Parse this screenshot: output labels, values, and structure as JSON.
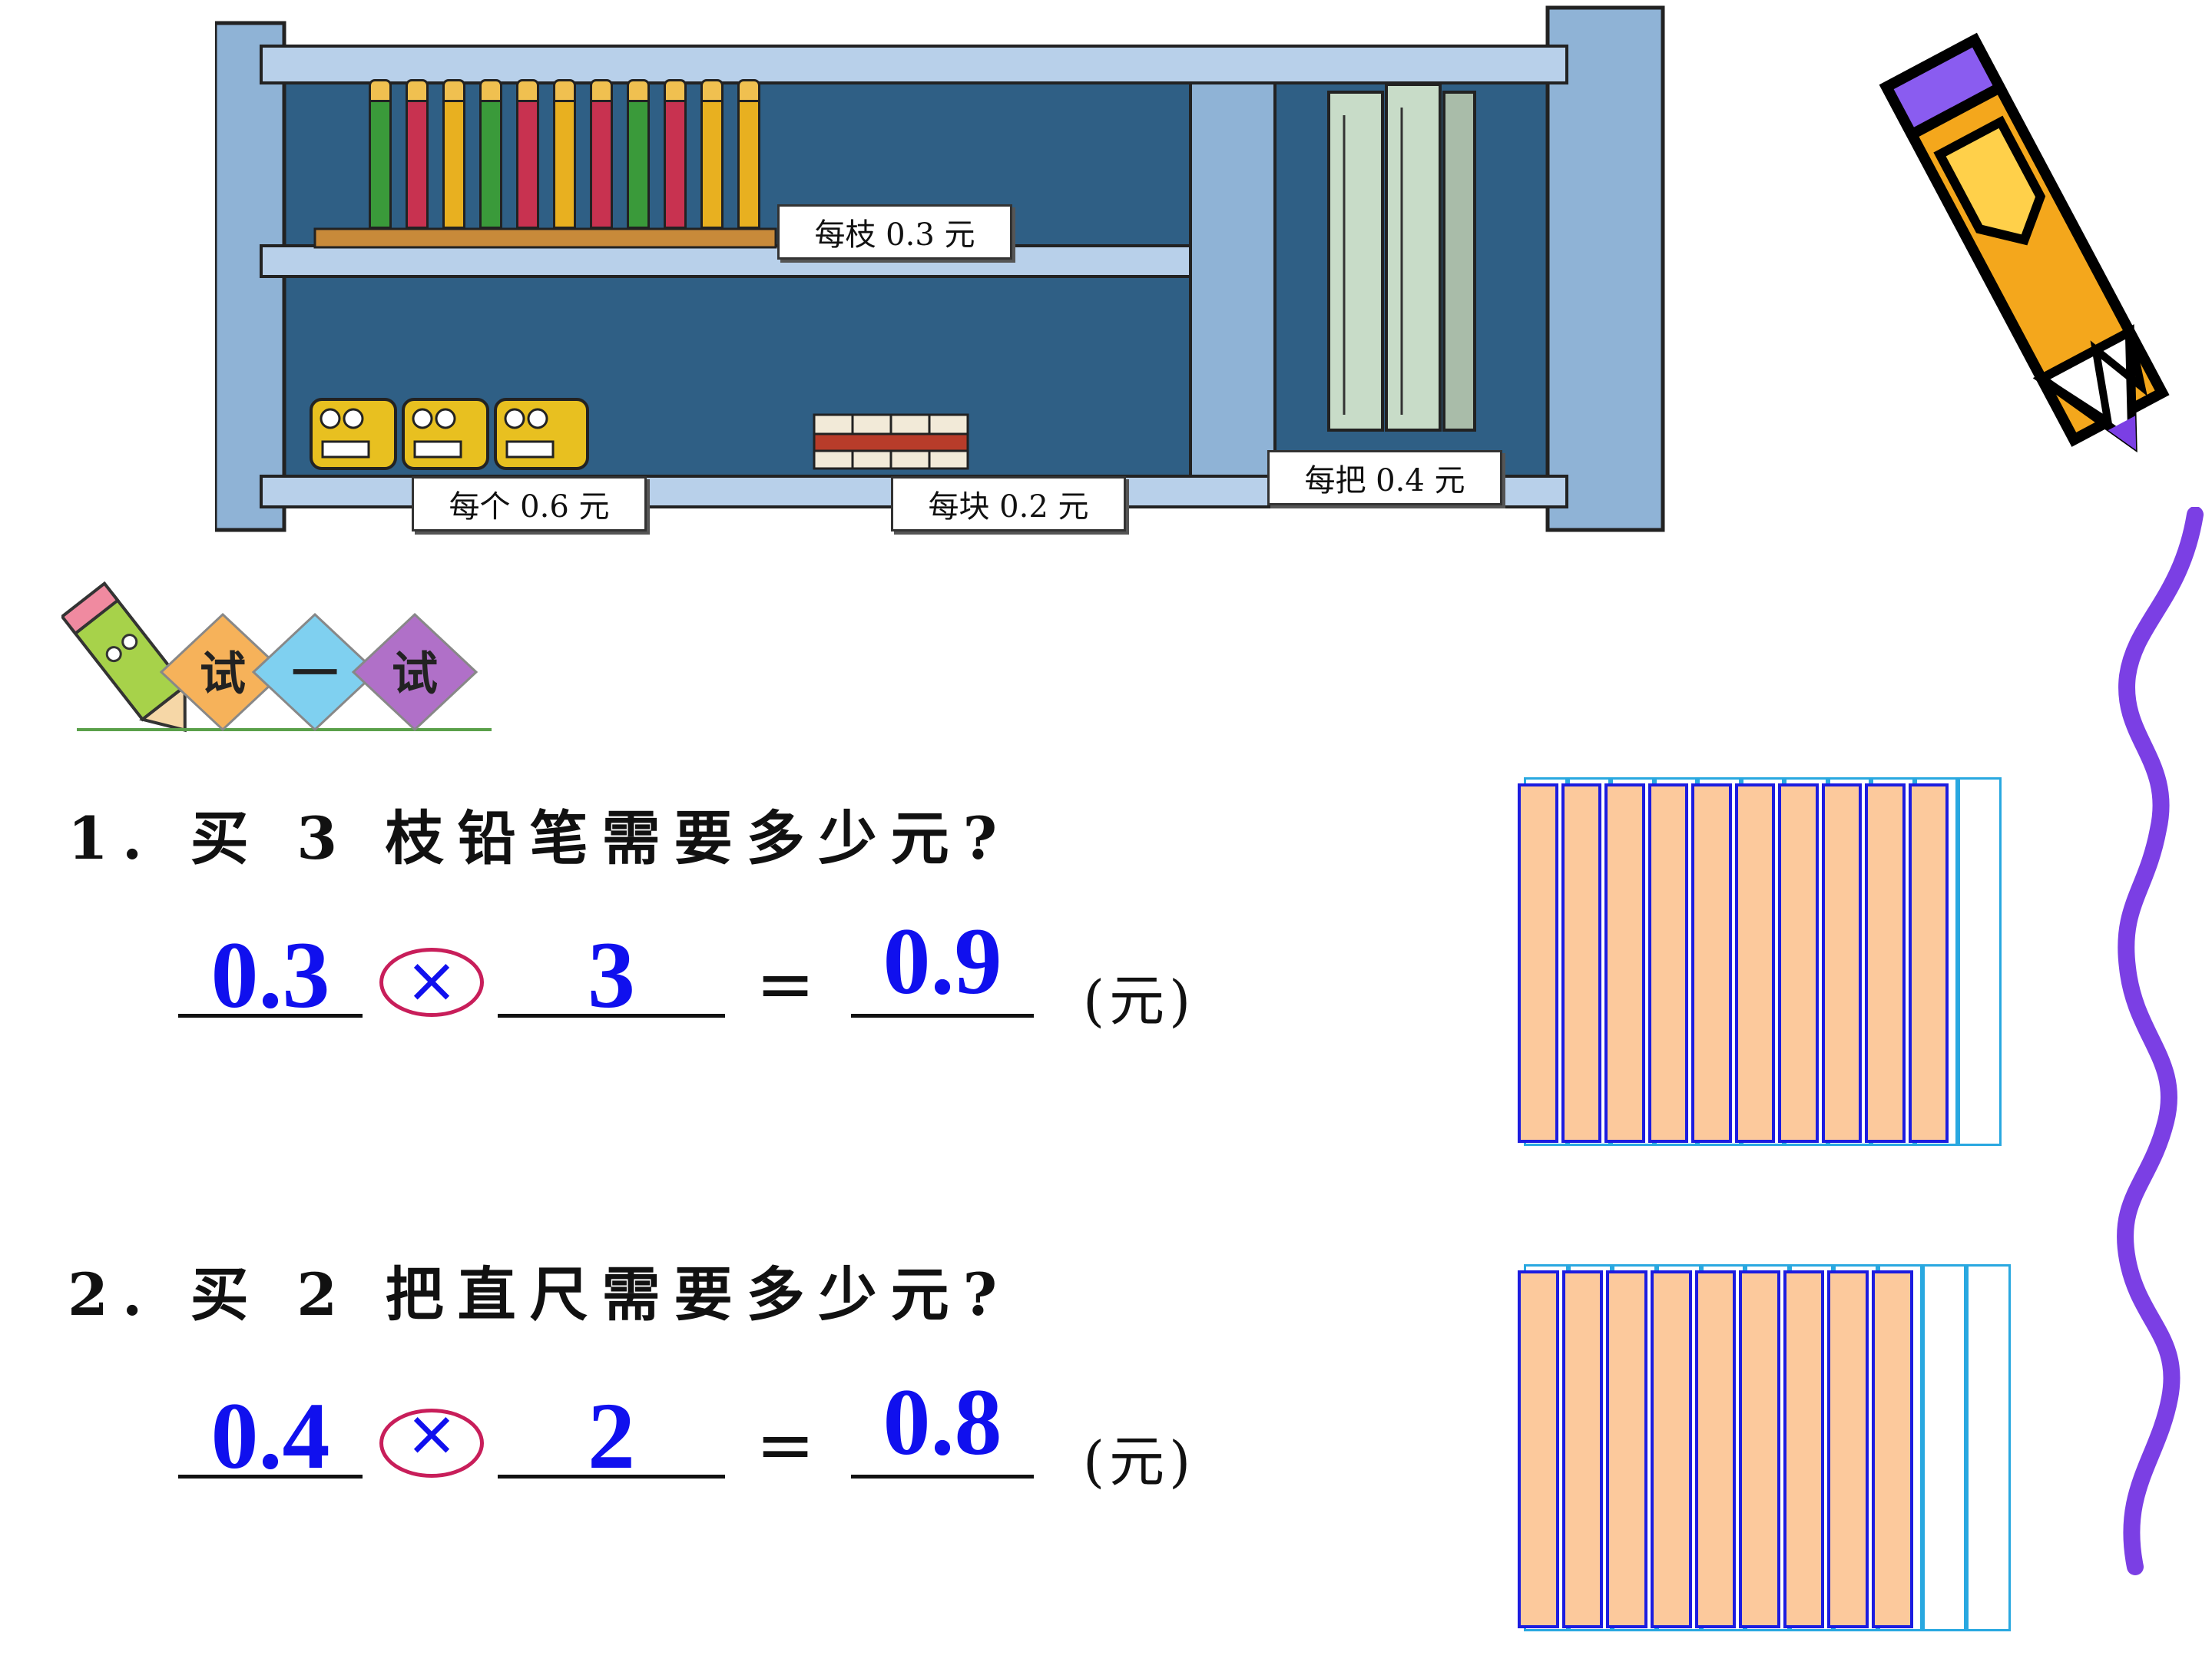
{
  "shelf": {
    "tags": [
      {
        "label": "每枝 0.3 元"
      },
      {
        "label": "每个 0.6 元"
      },
      {
        "label": "每块 0.2 元"
      },
      {
        "label": "每把 0.4 元"
      }
    ],
    "pencil_colors": [
      "#3a9a3a",
      "#c83250",
      "#e8b020",
      "#3a9a3a",
      "#c83250",
      "#e8b020",
      "#c83250",
      "#3a9a3a",
      "#c83250",
      "#e8b020",
      "#e8b020"
    ]
  },
  "section_badge": {
    "chars": [
      "试",
      "一",
      "试"
    ]
  },
  "problems": [
    {
      "question": "1. 买 3 枝铅笔需要多少元?",
      "a": "0.3",
      "op": "×",
      "b": "3",
      "eq": "=",
      "result": "0.9",
      "unit": "(元)",
      "filled_strips": 10,
      "total_strips": 11
    },
    {
      "question": "2. 买 2 把直尺需要多少元?",
      "a": "0.4",
      "op": "×",
      "b": "2",
      "eq": "=",
      "result": "0.8",
      "unit": "(元)",
      "filled_strips": 9,
      "total_strips": 11
    }
  ],
  "colors": {
    "answer": "#1010ee",
    "circle": "#c81e5a",
    "strip_fill": "#fcc99c",
    "strip_border": "#1c1ce0",
    "outline": "#29a8e0",
    "zigzag": "#7b3fe4"
  }
}
